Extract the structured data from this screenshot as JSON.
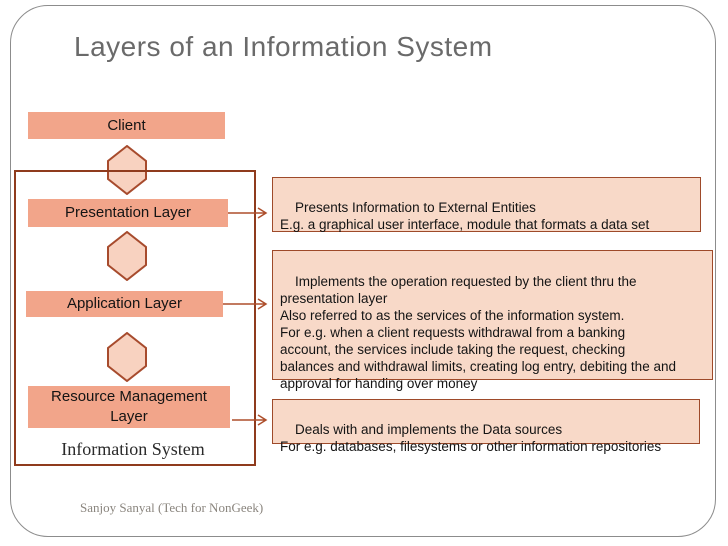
{
  "slide": {
    "title": "Layers of an Information System",
    "container_label": "Information System",
    "footer": "Sanjoy Sanyal (Tech for NonGeek)"
  },
  "colors": {
    "layer_box_fill": "#F2A58A",
    "hexagon_fill": "#F8D2C0",
    "description_fill": "#F8D9C8",
    "description_border": "#9E4A2A",
    "container_border": "#8F3B1D",
    "connector": "#AD4E2B",
    "slide_border": "#8C8C8C",
    "title_text": "#6A6A6A"
  },
  "diagram": {
    "layers": [
      {
        "label": "Client"
      },
      {
        "label": "Presentation Layer"
      },
      {
        "label": "Application Layer"
      },
      {
        "label": "Resource Management\nLayer"
      }
    ],
    "descriptions": [
      {
        "text": "Presents Information to External Entities\nE.g. a graphical user interface, module that formats a data set"
      },
      {
        "text": "Implements the operation requested by the client thru the\npresentation layer\nAlso referred to as the services of the information system.\nFor e.g. when a client requests withdrawal from a banking\naccount, the services include taking the request, checking\nbalances and withdrawal limits, creating log entry, debiting the and\napproval for handing over money"
      },
      {
        "text": "Deals with and implements the Data sources\nFor e.g. databases, filesystems or other information repositories"
      }
    ]
  }
}
